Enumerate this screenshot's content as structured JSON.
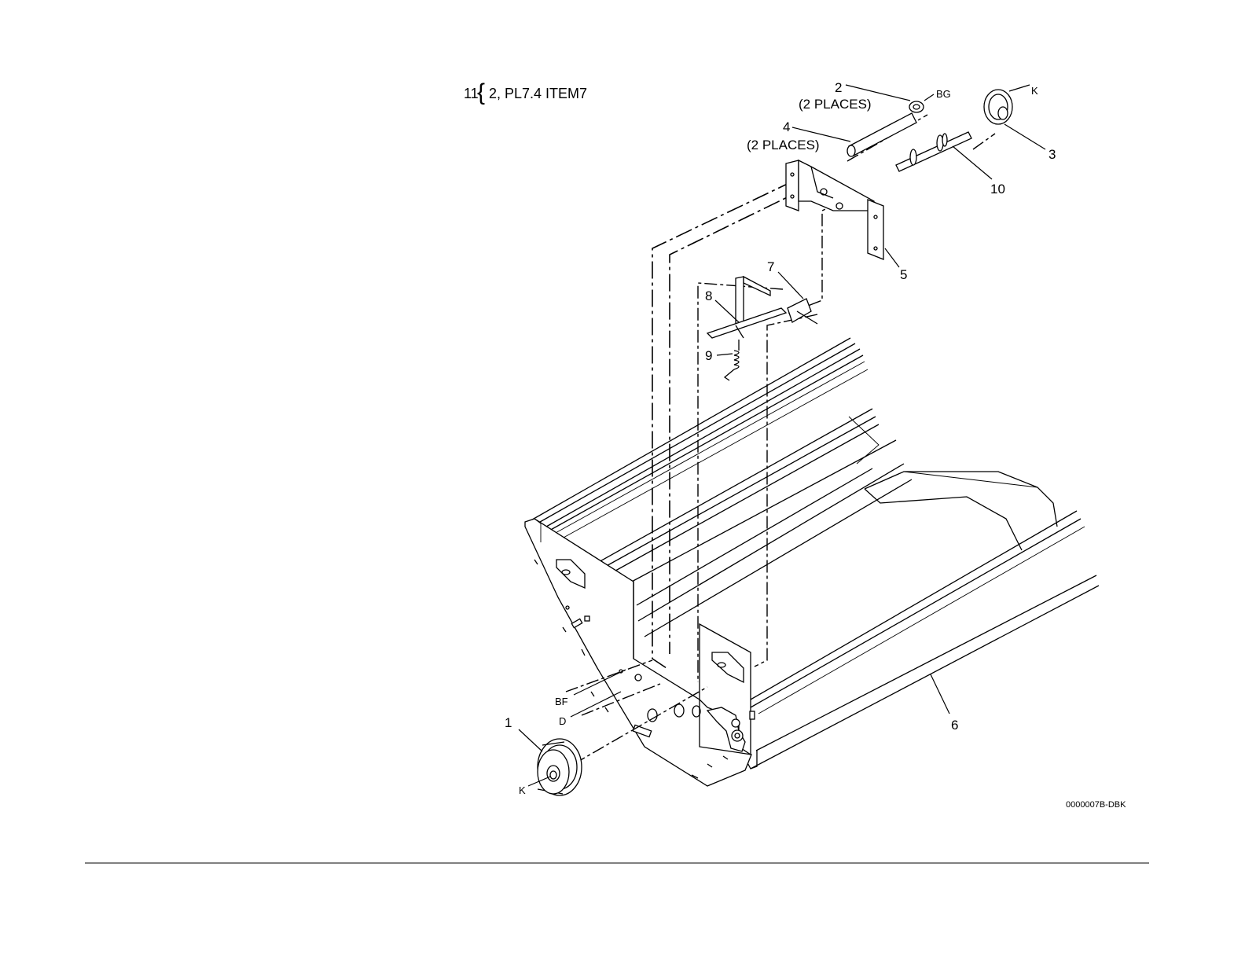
{
  "note": {
    "prefix": "11",
    "brace": "{",
    "text": "2, PL7.4 ITEM7"
  },
  "callouts": {
    "c1": "1",
    "c2": "2",
    "c2_sub": "(2 PLACES)",
    "c3": "3",
    "c4": "4",
    "c4_sub": "(2 PLACES)",
    "c5": "5",
    "c6": "6",
    "c7": "7",
    "c8": "8",
    "c9": "9",
    "c10": "10"
  },
  "letters": {
    "bg": "BG",
    "k_top": "K",
    "k_bottom": "K",
    "bf": "BF",
    "d": "D"
  },
  "figure_code": "0000007B-DBK"
}
